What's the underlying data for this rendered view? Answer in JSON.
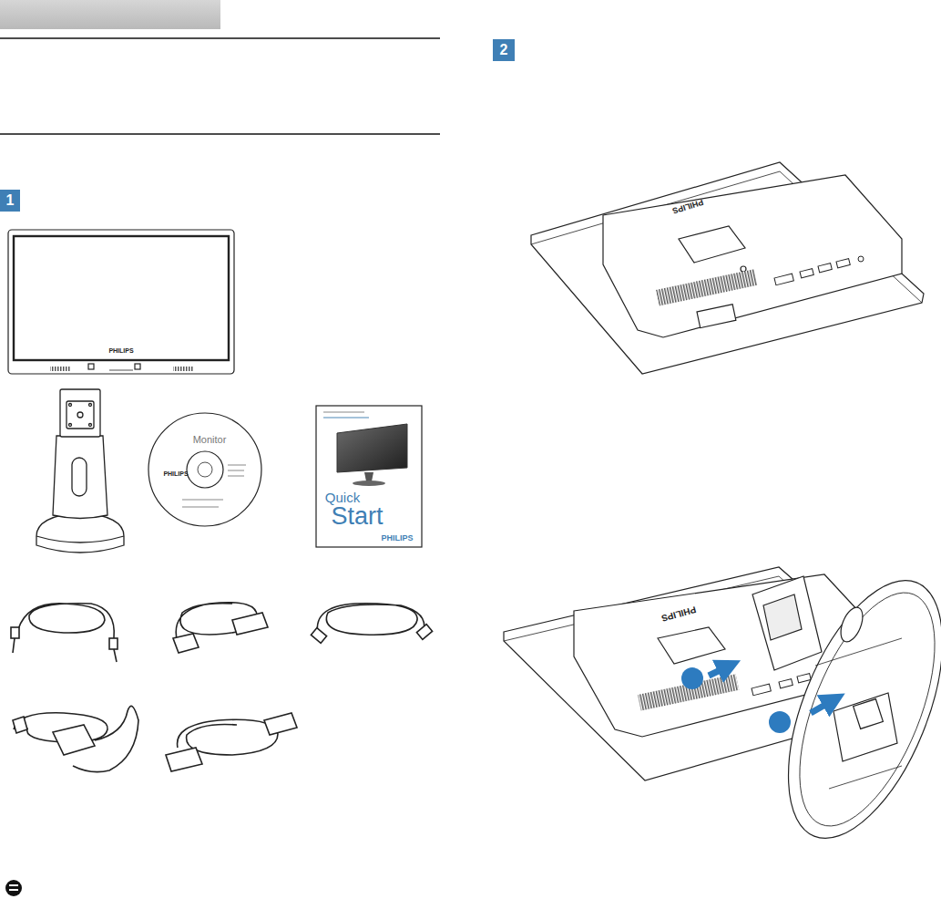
{
  "diagram": {
    "nodes": [
      {
        "text": [
          "1"
        ]
      },
      {
        "text": [
          "2"
        ]
      }
    ],
    "labels": [
      "PHILIPS",
      "Monitor",
      "PHILIPS",
      "Quick",
      "Start",
      "PHILIPS",
      "PHILIPS",
      "PHILIPS"
    ]
  }
}
